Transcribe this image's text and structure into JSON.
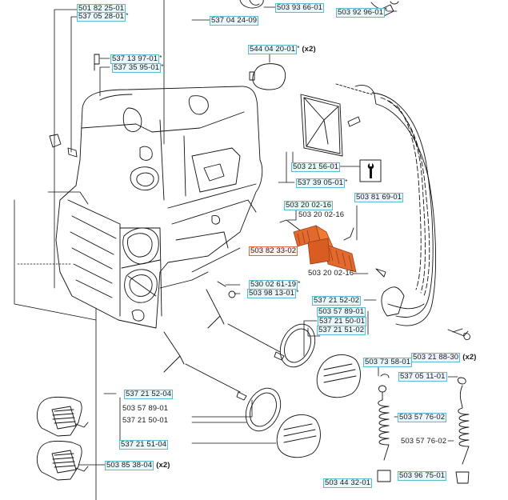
{
  "diagram": {
    "title": "Exploded parts diagram - chainsaw crankcase, handle and anti-vibration mounts",
    "highlight_color": "#e06a3c",
    "label_box_color": "#5bbccd",
    "tool_icon": "wrench-icon",
    "labels": [
      {
        "id": "501-82-25-01",
        "text": "501 82 25-01",
        "style": "boxed",
        "star": "",
        "suffix": ""
      },
      {
        "id": "537-05-28-01",
        "text": "537 05 28-01",
        "style": "boxed",
        "star": "*",
        "suffix": ""
      },
      {
        "id": "537-04-24-09",
        "text": "537 04 24-09",
        "style": "boxed",
        "star": "",
        "suffix": ""
      },
      {
        "id": "503-93-66-01",
        "text": "503 93 66-01",
        "style": "boxed",
        "star": "",
        "suffix": ""
      },
      {
        "id": "503-92-96-01",
        "text": "503 92 96-01",
        "style": "boxed",
        "star": "*",
        "suffix": ""
      },
      {
        "id": "544-04-20-01",
        "text": "544 04 20-01",
        "style": "boxed",
        "star": "*",
        "suffix": "(x2)"
      },
      {
        "id": "537-13-97-01",
        "text": "537 13 97-01",
        "style": "boxed",
        "star": "*",
        "suffix": ""
      },
      {
        "id": "537-35-95-01",
        "text": "537 35 95-01",
        "style": "boxed",
        "star": "*",
        "suffix": ""
      },
      {
        "id": "503-21-56-01",
        "text": "503 21 56-01",
        "style": "boxed",
        "star": "",
        "suffix": ""
      },
      {
        "id": "537-39-05-01",
        "text": "537 39 05-01",
        "style": "boxed",
        "star": "*",
        "suffix": ""
      },
      {
        "id": "503-81-69-01",
        "text": "503 81 69-01",
        "style": "boxed",
        "star": "",
        "suffix": ""
      },
      {
        "id": "503-20-02-16-a",
        "text": "503 20 02-16",
        "style": "boxed",
        "star": "",
        "suffix": ""
      },
      {
        "id": "503-20-02-16-b",
        "text": "503 20 02-16",
        "style": "plain",
        "star": "",
        "suffix": ""
      },
      {
        "id": "503-82-33-02",
        "text": "503 82 33-02",
        "style": "orange",
        "star": "",
        "suffix": ""
      },
      {
        "id": "503-20-02-16-c",
        "text": "503 20 02-16",
        "style": "plain",
        "star": "",
        "suffix": ""
      },
      {
        "id": "530-02-61-19",
        "text": "530 02 61-19",
        "style": "boxed",
        "star": "*",
        "suffix": ""
      },
      {
        "id": "503-98-13-01",
        "text": "503 98 13-01",
        "style": "boxed",
        "star": "*",
        "suffix": ""
      },
      {
        "id": "537-21-52-02",
        "text": "537 21 52-02",
        "style": "boxed",
        "star": "",
        "suffix": ""
      },
      {
        "id": "503-57-89-01-a",
        "text": "503 57 89-01",
        "style": "boxed",
        "star": "",
        "suffix": ""
      },
      {
        "id": "537-21-50-01-a",
        "text": "537 21 50-01",
        "style": "boxed",
        "star": "",
        "suffix": ""
      },
      {
        "id": "537-21-51-02",
        "text": "537 21 51-02",
        "style": "boxed",
        "star": "",
        "suffix": ""
      },
      {
        "id": "503-73-58-01",
        "text": "503 73 58-01",
        "style": "boxed",
        "star": "",
        "suffix": ""
      },
      {
        "id": "503-21-88-30",
        "text": "503 21 88-30",
        "style": "boxed",
        "star": "",
        "suffix": "(x2)"
      },
      {
        "id": "537-05-11-01",
        "text": "537 05 11-01",
        "style": "boxed",
        "star": "",
        "suffix": ""
      },
      {
        "id": "537-21-52-04",
        "text": "537 21 52-04",
        "style": "boxed",
        "star": "",
        "suffix": ""
      },
      {
        "id": "503-57-89-01-b",
        "text": "503 57 89-01",
        "style": "plain",
        "star": "",
        "suffix": ""
      },
      {
        "id": "537-21-50-01-b",
        "text": "537 21 50-01",
        "style": "plain",
        "star": "",
        "suffix": ""
      },
      {
        "id": "537-21-51-04",
        "text": "537 21 51-04",
        "style": "boxed",
        "star": "",
        "suffix": ""
      },
      {
        "id": "503-85-38-04",
        "text": "503 85 38-04",
        "style": "boxed",
        "star": "",
        "suffix": "(x2)"
      },
      {
        "id": "503-57-76-02-a",
        "text": "503 57 76-02",
        "style": "boxed",
        "star": "",
        "suffix": ""
      },
      {
        "id": "503-57-76-02-b",
        "text": "503 57 76-02",
        "style": "plain",
        "star": "",
        "suffix": ""
      },
      {
        "id": "503-44-32-01",
        "text": "503 44 32-01",
        "style": "boxed",
        "star": "",
        "suffix": ""
      },
      {
        "id": "503-96-75-01",
        "text": "503 96 75-01",
        "style": "boxed",
        "star": "",
        "suffix": ""
      }
    ]
  }
}
